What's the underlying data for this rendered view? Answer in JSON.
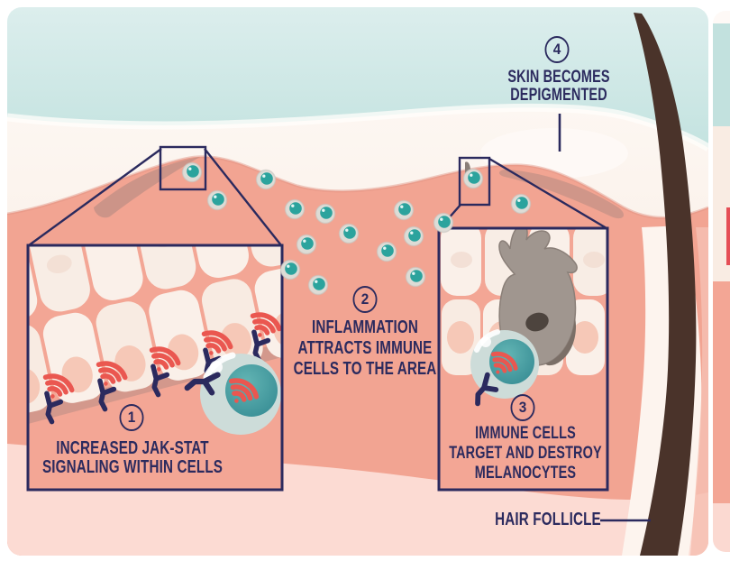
{
  "figure": {
    "type": "medical-infographic",
    "topic": "skin depigmentation (vitiligo) mechanism",
    "steps": [
      {
        "number": "1",
        "label": "INCREASED JAK-STAT SIGNALING WITHIN CELLS",
        "lines": [
          "INCREASED JAK-STAT",
          "SIGNALING WITHIN CELLS"
        ]
      },
      {
        "number": "2",
        "label": "INFLAMMATION ATTRACTS IMMUNE CELLS TO THE AREA",
        "lines": [
          "INFLAMMATION",
          "ATTRACTS IMMUNE",
          "CELLS TO THE AREA"
        ]
      },
      {
        "number": "3",
        "label": "IMMUNE CELLS TARGET AND DESTROY MELANOCYTES",
        "lines": [
          "IMMUNE CELLS",
          "TARGET AND DESTROY",
          "MELANOCYTES"
        ]
      },
      {
        "number": "4",
        "label": "SKIN BECOMES DEPIGMENTED",
        "lines": [
          "SKIN BECOMES",
          "DEPIGMENTED"
        ]
      }
    ],
    "labels": {
      "hair_follicle": "HAIR FOLLICLE"
    },
    "colors": {
      "text_navy": "#2b2a5e",
      "sky_teal_top": "#dbeeed",
      "sky_teal_bottom": "#abd8d4",
      "epidermis_cream": "#f8ebe2",
      "dermis_salmon": "#f2a492",
      "bottom_pink": "#fcdbd3",
      "signal_red": "#ea5750",
      "immune_cell_teal": "#3f9ba1",
      "cytokine_teal": "#2ba39d",
      "melanocyte_gray": "#9d938c",
      "hair_brown": "#4a332a"
    }
  }
}
